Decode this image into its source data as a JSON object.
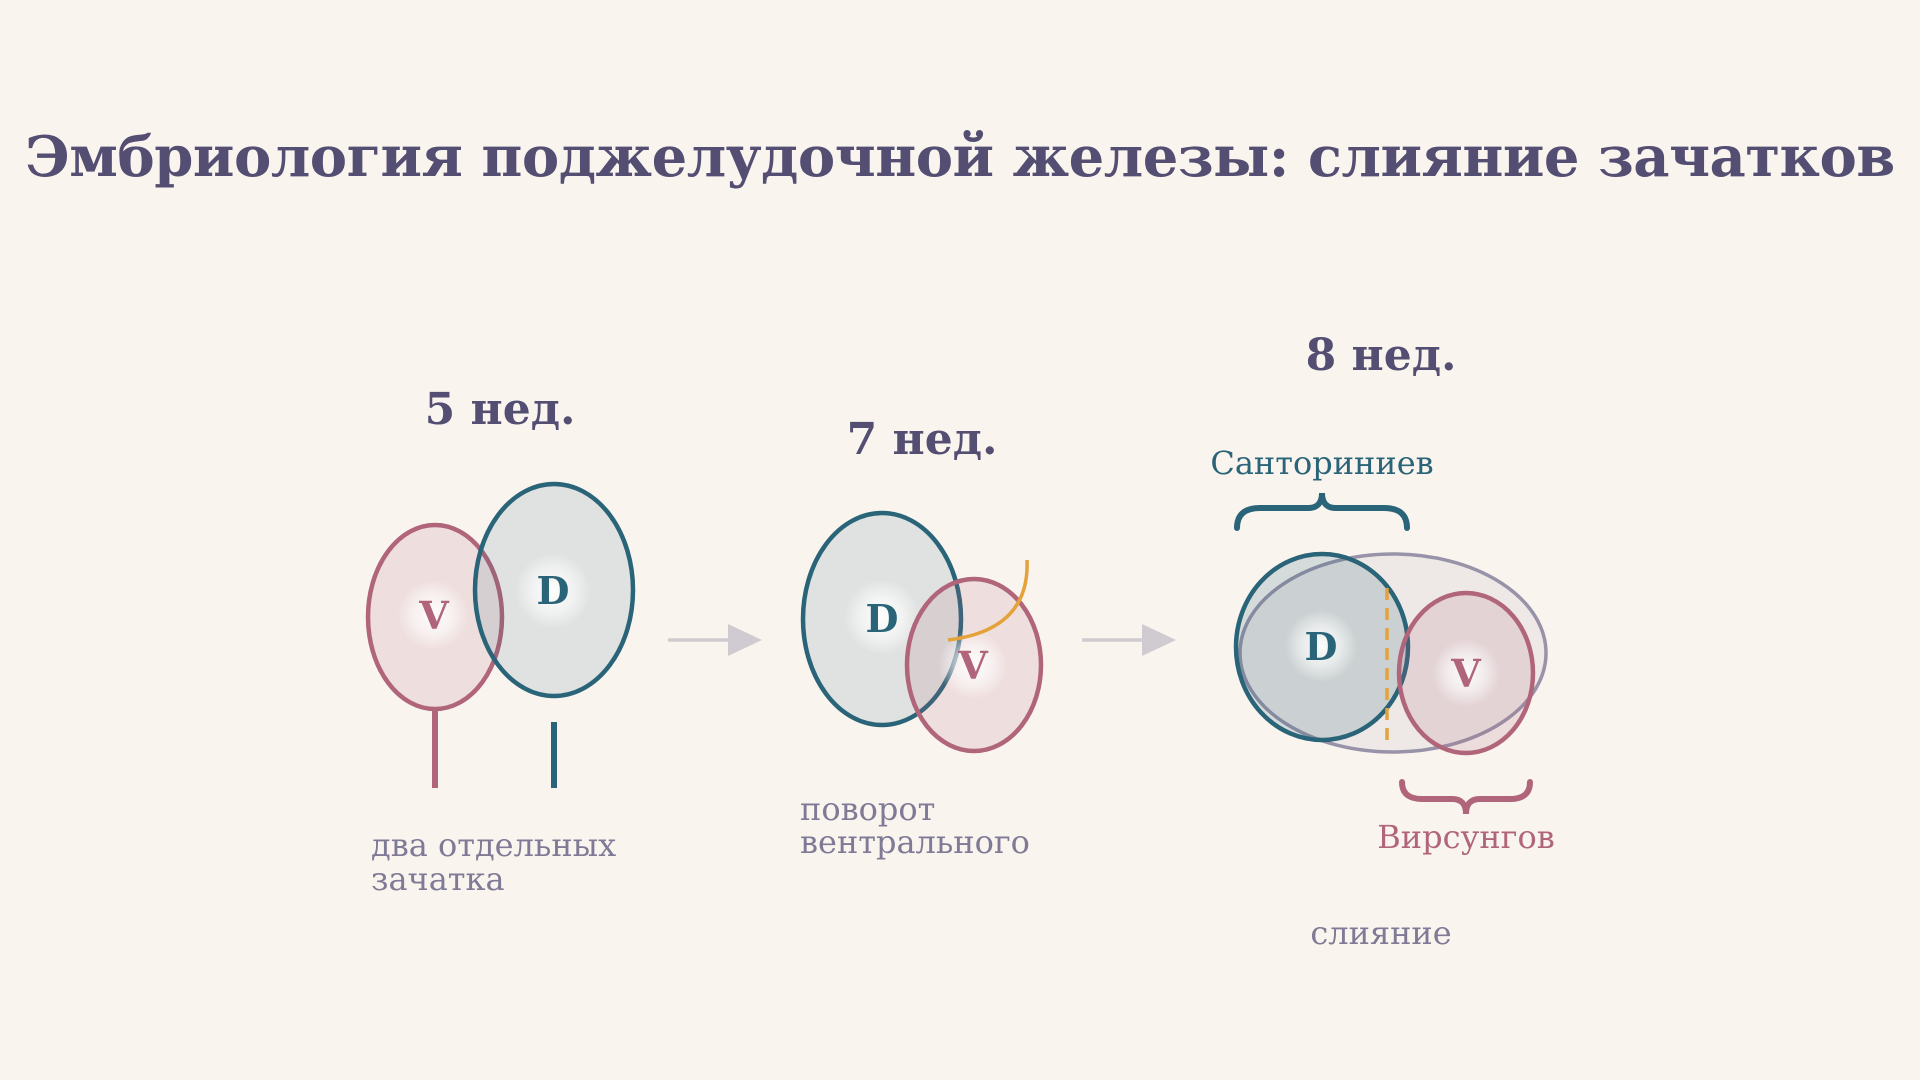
{
  "title": "Эмбриология поджелудочной железы: слияние зачатков",
  "colors": {
    "background": "#FAF4EF",
    "title": "#544F72",
    "dorsal": "#2A6478",
    "ventral": "#B0657A",
    "accent": "#E4A23A",
    "arrow": "#CFCBD1",
    "caption": "#7F7A95"
  },
  "stages": [
    {
      "week": "5 нед.",
      "caption": [
        "два отдельных",
        "зачатка"
      ],
      "buds": {
        "ventral": "V",
        "dorsal": "D"
      }
    },
    {
      "week": "7 нед.",
      "caption": [
        "поворот",
        "вентрального"
      ],
      "buds": {
        "ventral": "V",
        "dorsal": "D"
      }
    },
    {
      "week": "8 нед.",
      "caption": [
        "слияние"
      ],
      "buds": {
        "ventral": "V",
        "dorsal": "D"
      },
      "duct_labels": {
        "santorini": "Санториниев",
        "wirsung": "Вирсунгов"
      }
    }
  ],
  "icons": [
    "arrow-right-icon",
    "brace-icon"
  ]
}
